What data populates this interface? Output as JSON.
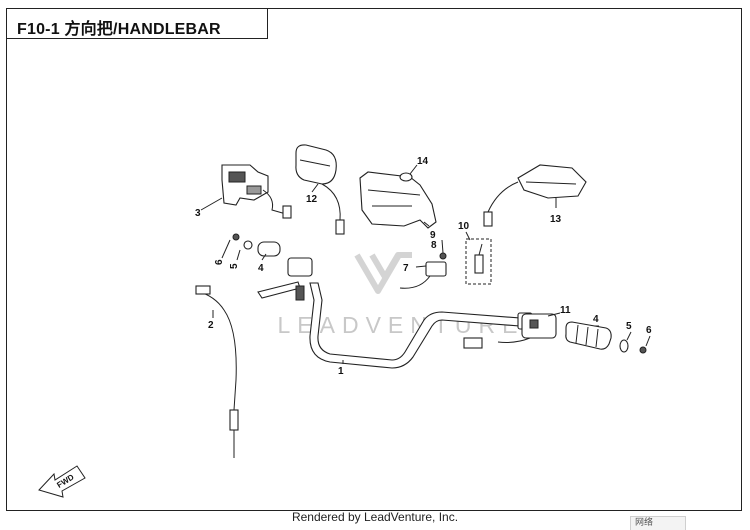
{
  "title": "F10-1 方向把/HANDLEBAR",
  "watermark": "LEADVENTURE",
  "footer": "Rendered by LeadVenture, Inc.",
  "fwd_label": "FWD",
  "status_chip": "网络",
  "callouts": {
    "c1": "1",
    "c2": "2",
    "c3": "3",
    "c4a": "4",
    "c4b": "4",
    "c5a": "5",
    "c5b": "5",
    "c6a": "6",
    "c6b": "6",
    "c7": "7",
    "c8": "8",
    "c9": "9",
    "c10": "10",
    "c11": "11",
    "c12": "12",
    "c13": "13",
    "c14": "14"
  }
}
